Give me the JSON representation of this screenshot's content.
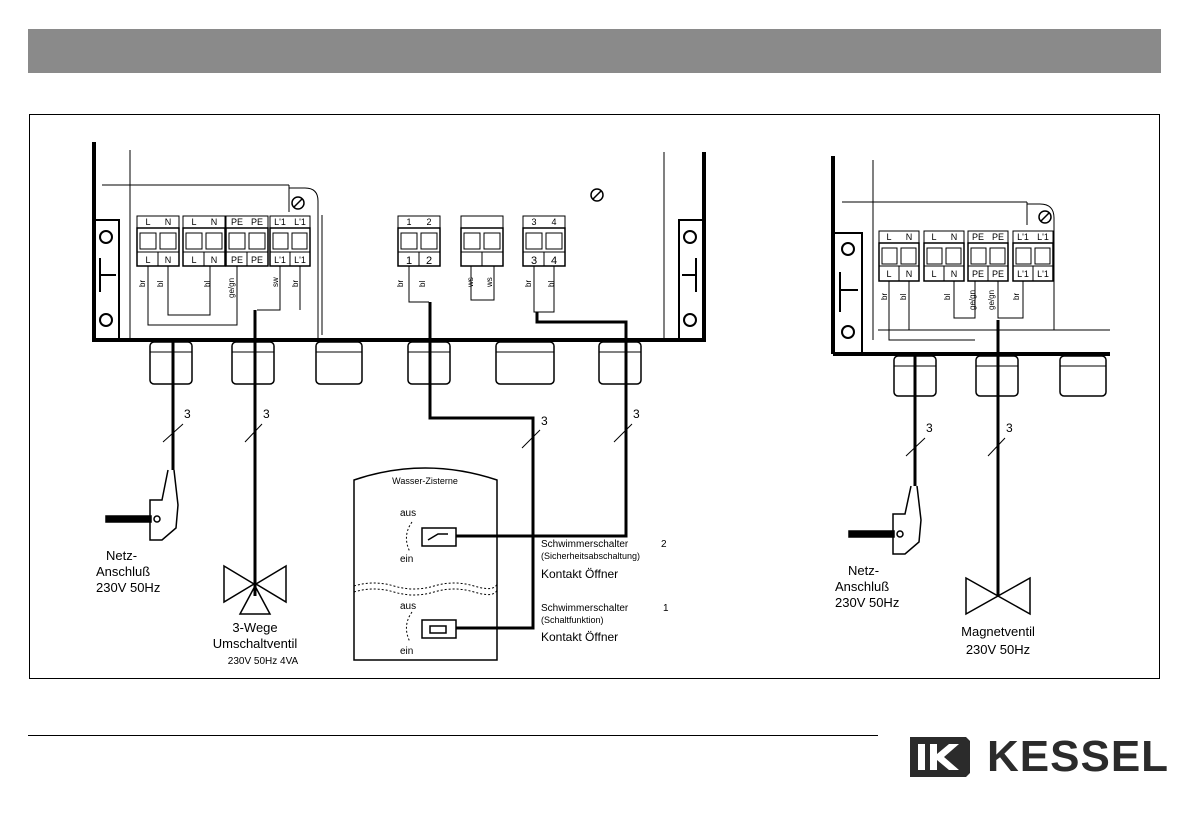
{
  "header": {
    "title": ""
  },
  "terminals": {
    "left": {
      "block1": {
        "top": [
          "L",
          "N"
        ],
        "bottom": [
          "L",
          "N"
        ]
      },
      "block2": {
        "top": [
          "L",
          "N"
        ],
        "bottom": [
          "L",
          "N"
        ]
      },
      "block3": {
        "top": [
          "PE",
          "PE"
        ],
        "bottom": [
          "PE",
          "PE"
        ]
      },
      "block4": {
        "top": [
          "L'1",
          "L'1"
        ],
        "bottom": [
          "L'1",
          "L'1"
        ]
      },
      "block5": {
        "top": [
          "1",
          "2"
        ],
        "bottom": [
          "1",
          "2"
        ]
      },
      "block7": {
        "top": [
          "3",
          "4"
        ],
        "bottom": [
          "3",
          "4"
        ]
      }
    },
    "right": {
      "block1": {
        "top": [
          "L",
          "N"
        ],
        "bottom": [
          "L",
          "N"
        ]
      },
      "block2": {
        "top": [
          "L",
          "N"
        ],
        "bottom": [
          "L",
          "N"
        ]
      },
      "block3": {
        "top": [
          "PE",
          "PE"
        ],
        "bottom": [
          "PE",
          "PE"
        ]
      },
      "block4": {
        "top": [
          "L'1",
          "L'1"
        ],
        "bottom": [
          "L'1",
          "L'1"
        ]
      }
    }
  },
  "wire_colors": {
    "br": "br",
    "bl": "bl",
    "gelgn": "ge/gn",
    "sw": "sw",
    "ws": "ws"
  },
  "cable_number": "3",
  "tank_label": "Wasser-Zisterne",
  "float_states": {
    "off": "aus",
    "on": "ein"
  },
  "switch2": {
    "title": "Schwimmerschalter",
    "number": "2",
    "note": "(Sicherheitsabschaltung)",
    "contact": "Kontakt Öffner"
  },
  "switch1": {
    "title": "Schwimmerschalter",
    "number": "1",
    "note": "(Schaltfunktion)",
    "contact": "Kontakt Öffner"
  },
  "left_plug": {
    "line1": "Netz-",
    "line2": "Anschluß",
    "line3": "230V 50Hz"
  },
  "right_plug": {
    "line1": "Netz-",
    "line2": "Anschluß",
    "line3": "230V 50Hz"
  },
  "valve3": {
    "line1": "3-Wege",
    "line2": "Umschaltventil",
    "line3": "230V 50Hz 4VA"
  },
  "magnet": {
    "line1": "Magnetventil",
    "line2": "230V 50Hz"
  },
  "logo": {
    "text": "KESSEL"
  }
}
